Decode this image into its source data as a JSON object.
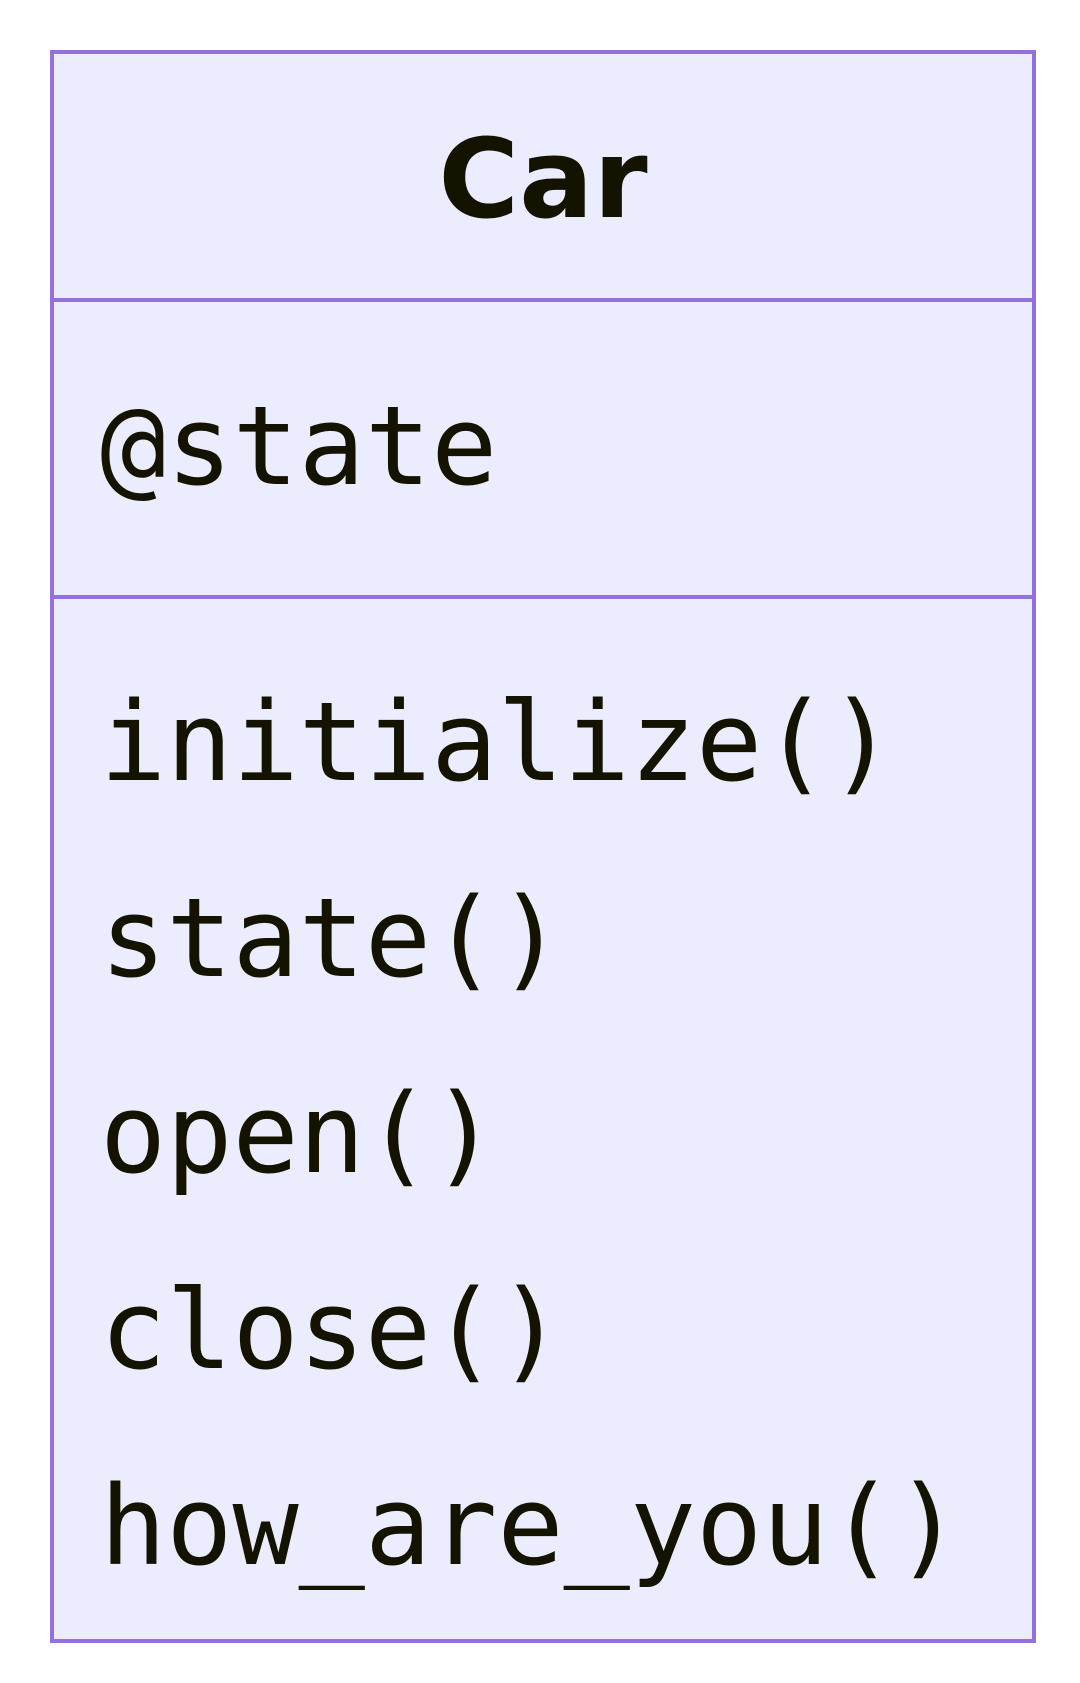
{
  "diagram": {
    "type": "uml-class",
    "colors": {
      "border": "#9370DB",
      "fill": "#ECECFF",
      "text": "#131300"
    },
    "class": {
      "name": "Car",
      "attributes": [
        "@state"
      ],
      "methods": [
        "initialize()",
        "state()",
        "open()",
        "close()",
        "how_are_you()"
      ]
    }
  }
}
